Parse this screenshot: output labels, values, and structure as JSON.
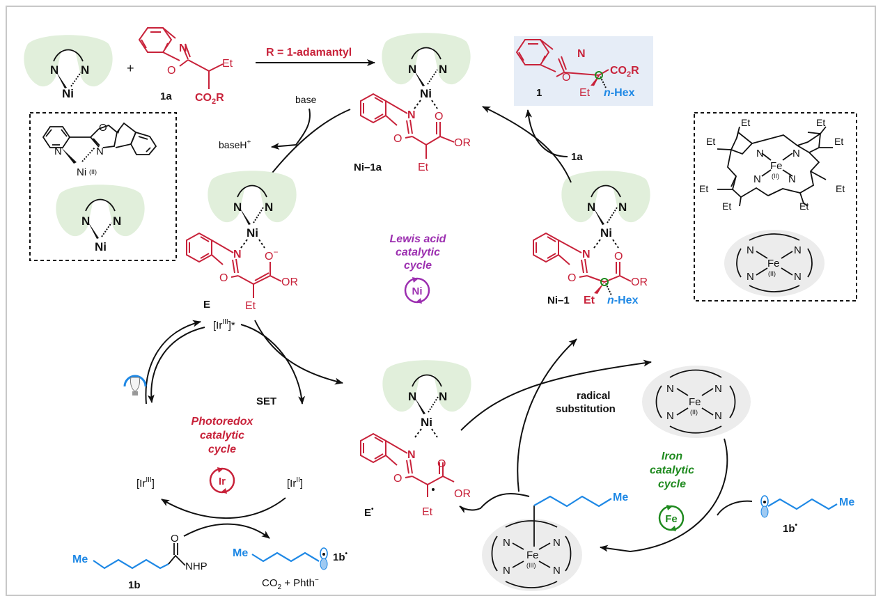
{
  "colors": {
    "substrate": "#c8223a",
    "alkyl": "#1e88e5",
    "nickel_cycle": "#9c2fb0",
    "iron_cycle": "#1f8a1f",
    "ligand_pocket": "#e1efdb",
    "iron_disk": "#ececec",
    "product_box": "#e6edf7"
  },
  "reaction": {
    "plus": "+",
    "condition": "R = 1-adamantyl",
    "substrate_label": "1a",
    "product_label": "1",
    "ni_atom": "Ni",
    "n_atom": "N",
    "o_atom": "O",
    "et": "Et",
    "co2r_main": "CO",
    "co2r_sub": "2",
    "co2r_end": "R",
    "n_hex_italic": "n",
    "n_hex_rest": "-Hex",
    "or": "OR",
    "o_minus": "O",
    "minus": "−"
  },
  "ligand_box": {
    "ni_label": "Ni",
    "ni_ox": "(II)",
    "n": "N",
    "o": "O"
  },
  "porphyrin_box": {
    "fe_label": "Fe",
    "fe_ox": "(II)",
    "n": "N",
    "et": "Et"
  },
  "intermediates": {
    "ni_1a": "Ni–1a",
    "e": "E",
    "e_radical": "E",
    "radical_dot": "•",
    "ni_1": "Ni–1"
  },
  "arrows": {
    "base": "base",
    "base_h": "baseH",
    "base_h_sup": "+",
    "reenter_1a": "1a",
    "set": "SET",
    "radical_substitution_1": "radical",
    "radical_substitution_2": "substitution"
  },
  "ni_cycle": {
    "title_lines": [
      "Lewis acid",
      "catalytic",
      "cycle"
    ],
    "badge": "Ni"
  },
  "ir_cycle": {
    "title_lines": [
      "Photoredox",
      "catalytic",
      "cycle"
    ],
    "badge": "Ir",
    "ir3_star": "[Ir",
    "ir3_star_sup": "III",
    "ir3_star_end": "]*",
    "ir3": "[Ir",
    "ir3_sup": "III",
    "ir3_end": "]",
    "ir2": "[Ir",
    "ir2_sup": "II",
    "ir2_end": "]"
  },
  "fe_cycle": {
    "title_lines": [
      "Iron",
      "catalytic",
      "cycle"
    ],
    "badge": "Fe",
    "fe2_label": "Fe",
    "fe2_ox": "(II)",
    "fe3_label": "Fe",
    "fe3_ox": "(III)",
    "n": "N"
  },
  "reagents": {
    "me": "Me",
    "label_1b": "1b",
    "nhp": "NHP",
    "o": "O",
    "radical_label": "1b",
    "radical_sup": "•",
    "byproducts_co": "CO",
    "byproducts_sub": "2",
    "byproducts_rest": " + Phth",
    "byproducts_sup": "−"
  },
  "icons": {
    "light": "lightbulb-icon"
  }
}
